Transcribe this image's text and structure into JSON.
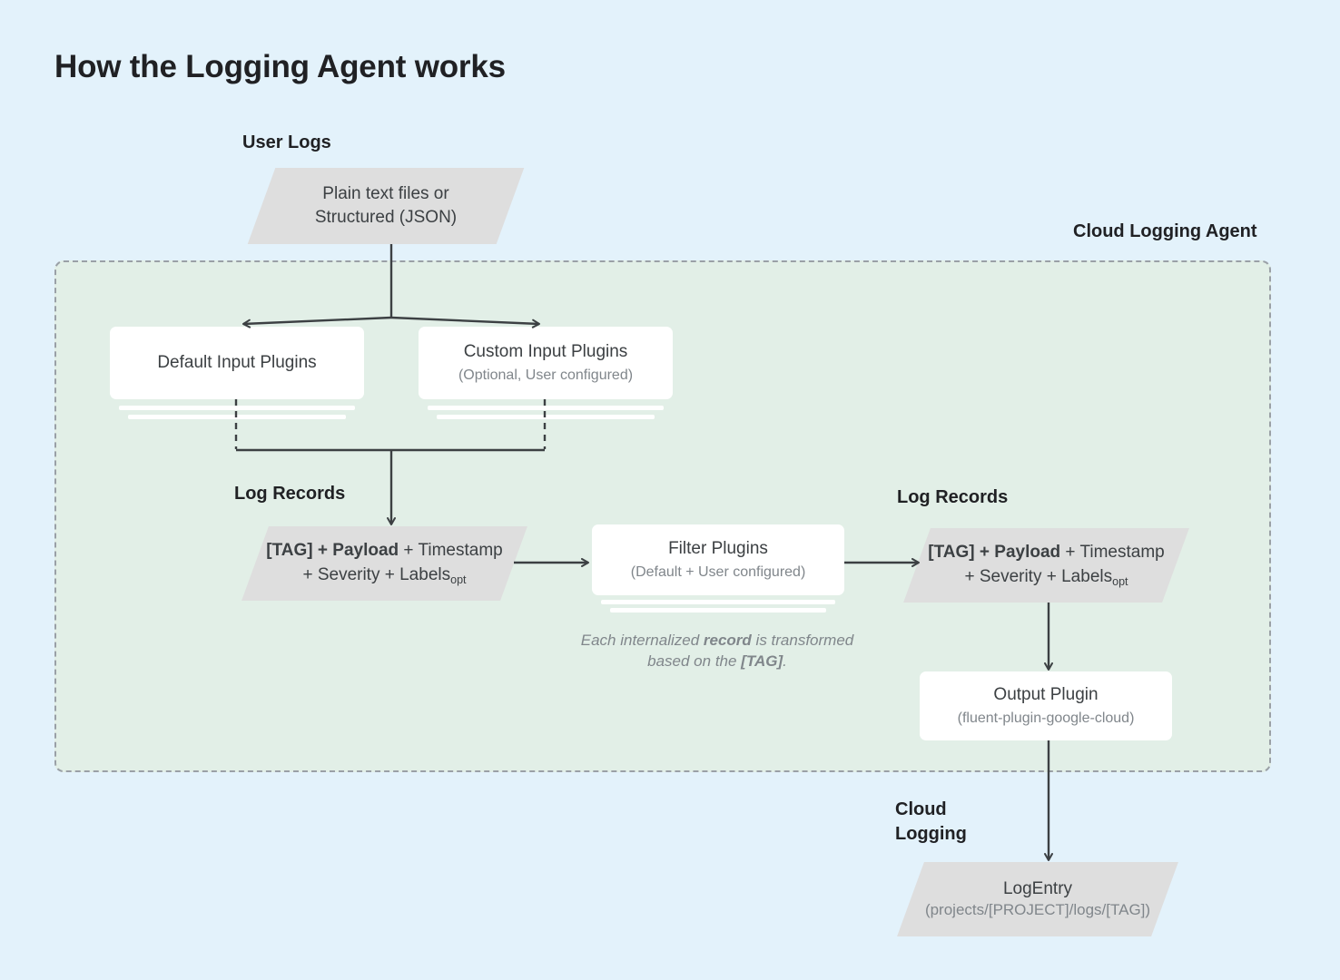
{
  "title": "How the Logging Agent works",
  "colors": {
    "background": "#e3f2fb",
    "agent_panel": "#e2efe7",
    "parallelogram": "#dedede",
    "card": "#ffffff",
    "connector": "#3c4043",
    "dashed_border": "#9aa0a6",
    "text_primary": "#202124",
    "text_secondary": "#3c4043",
    "text_muted": "#80868b"
  },
  "labels": {
    "user_logs": "User Logs",
    "cloud_logging_agent": "Cloud Logging Agent",
    "log_records_left": "Log Records",
    "log_records_right": "Log Records",
    "cloud_logging": "Cloud\nLogging"
  },
  "nodes": {
    "user_logs_source": {
      "line1": "Plain text files or",
      "line2": "Structured (JSON)"
    },
    "default_input_plugins": {
      "title": "Default Input Plugins",
      "subtitle": ""
    },
    "custom_input_plugins": {
      "title": "Custom Input Plugins",
      "subtitle": "(Optional, User configured)"
    },
    "log_record_left": {
      "tag": "[TAG]",
      "plus1": " + ",
      "payload": "Payload",
      "rest1": " + Timestamp",
      "rest2": "+ Severity + Labels",
      "sub": "opt"
    },
    "filter_plugins": {
      "title": "Filter Plugins",
      "subtitle": "(Default + User configured)"
    },
    "log_record_right": {
      "tag": "[TAG]",
      "plus1": " + ",
      "payload": "Payload",
      "rest1": " + Timestamp",
      "rest2": "+ Severity + Labels",
      "sub": "opt"
    },
    "output_plugin": {
      "title": "Output Plugin",
      "subtitle": "(fluent-plugin-google-cloud)"
    },
    "log_entry": {
      "title": "LogEntry",
      "subtitle": "(projects/[PROJECT]/logs/[TAG])"
    }
  },
  "note": {
    "prefix": "Each internalized ",
    "bold1": "record",
    "middle": " is transformed based on the ",
    "bold2": "[TAG]",
    "suffix": "."
  }
}
